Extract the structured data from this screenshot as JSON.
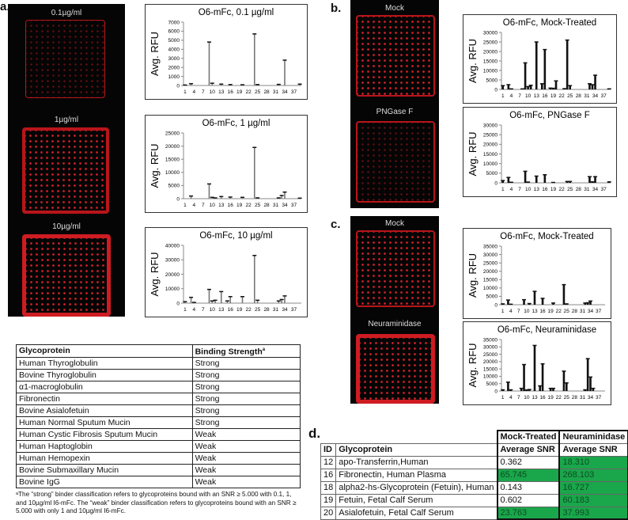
{
  "panels": {
    "a": {
      "label": "a.",
      "arrays": [
        "0.1µg/ml",
        "1µg/ml",
        "10µg/ml"
      ]
    },
    "b": {
      "label": "b.",
      "arrays": [
        "Mock",
        "PNGase F"
      ]
    },
    "c": {
      "label": "c.",
      "arrays": [
        "Mock",
        "Neuraminidase"
      ]
    },
    "d": {
      "label": "d."
    }
  },
  "chart_data": [
    {
      "type": "bar",
      "title": "O6-mFc, 0.1 µg/ml",
      "ylabel": "Avg. RFU",
      "xlabel": "",
      "ylim": [
        0,
        7000
      ],
      "yticks": [
        0,
        1000,
        2000,
        3000,
        4000,
        5000,
        6000,
        7000
      ],
      "xticks": [
        1,
        4,
        7,
        10,
        13,
        16,
        19,
        22,
        25,
        28,
        31,
        34,
        37
      ],
      "xrange": [
        1,
        39
      ],
      "x": [
        1,
        3,
        9,
        10,
        13,
        16,
        20,
        24,
        25,
        32,
        34,
        39
      ],
      "values": [
        50,
        200,
        4800,
        250,
        150,
        100,
        80,
        5700,
        100,
        120,
        2800,
        150
      ]
    },
    {
      "type": "bar",
      "title": "O6-mFc, 1 µg/ml",
      "ylabel": "Avg. RFU",
      "xlabel": "",
      "ylim": [
        0,
        25000
      ],
      "yticks": [
        0,
        5000,
        10000,
        15000,
        20000,
        25000
      ],
      "xticks": [
        1,
        4,
        7,
        10,
        13,
        16,
        19,
        22,
        25,
        28,
        31,
        34,
        37
      ],
      "xrange": [
        1,
        39
      ],
      "x": [
        3,
        9,
        10,
        11,
        13,
        16,
        20,
        24,
        25,
        32,
        33,
        34,
        39
      ],
      "values": [
        1000,
        5600,
        500,
        300,
        800,
        600,
        500,
        19500,
        300,
        300,
        1200,
        2500,
        200
      ]
    },
    {
      "type": "bar",
      "title": "O6-mFc, 10 µg/ml",
      "ylabel": "Avg. RFU",
      "xlabel": "",
      "ylim": [
        0,
        40000
      ],
      "yticks": [
        0,
        10000,
        20000,
        30000,
        40000
      ],
      "xticks": [
        1,
        4,
        7,
        10,
        13,
        16,
        19,
        22,
        25,
        28,
        31,
        34,
        37
      ],
      "xrange": [
        1,
        39
      ],
      "x": [
        1,
        3,
        4,
        9,
        10,
        11,
        13,
        15,
        16,
        20,
        24,
        25,
        32,
        33,
        34
      ],
      "values": [
        1000,
        4000,
        500,
        9500,
        1500,
        2000,
        8000,
        1500,
        4500,
        4500,
        33000,
        2000,
        1500,
        2500,
        5000
      ]
    },
    {
      "type": "bar",
      "title": "O6-mFc, Mock-Treated",
      "ylabel": "Avg. RFU",
      "xlabel": "",
      "ylim": [
        0,
        30000
      ],
      "yticks": [
        0,
        5000,
        10000,
        15000,
        20000,
        25000,
        30000
      ],
      "xticks": [
        1,
        4,
        7,
        10,
        13,
        16,
        19,
        22,
        25,
        28,
        31,
        34,
        37
      ],
      "xrange": [
        1,
        39
      ],
      "x": [
        1,
        3,
        4,
        8,
        9,
        10,
        11,
        13,
        15,
        16,
        18,
        19,
        20,
        23,
        24,
        25,
        32,
        33,
        34,
        39
      ],
      "values": [
        2000,
        2500,
        300,
        300,
        14000,
        1500,
        2200,
        25000,
        3000,
        21000,
        700,
        600,
        4500,
        400,
        26000,
        2000,
        3000,
        2500,
        7500,
        300
      ]
    },
    {
      "type": "bar",
      "title": "O6-mFc, PNGase F",
      "ylabel": "Avg. RFU",
      "xlabel": "",
      "ylim": [
        0,
        30000
      ],
      "yticks": [
        0,
        5000,
        10000,
        15000,
        20000,
        25000,
        30000
      ],
      "xticks": [
        1,
        4,
        7,
        10,
        13,
        16,
        19,
        22,
        25,
        28,
        31,
        34,
        37
      ],
      "xrange": [
        1,
        39
      ],
      "x": [
        1,
        3,
        4,
        9,
        10,
        13,
        16,
        19,
        24,
        25,
        32,
        33,
        34,
        39
      ],
      "values": [
        1200,
        2800,
        300,
        6000,
        400,
        3500,
        4200,
        200,
        700,
        700,
        3200,
        500,
        3200,
        500
      ]
    },
    {
      "type": "bar",
      "title": "O6-mFc, Mock-Treated",
      "ylabel": "Avg. RFU",
      "xlabel": "",
      "ylim": [
        0,
        35000
      ],
      "yticks": [
        0,
        5000,
        10000,
        15000,
        20000,
        25000,
        30000,
        35000
      ],
      "xticks": [
        1,
        4,
        7,
        10,
        13,
        16,
        19,
        22,
        25,
        28,
        31,
        34,
        37
      ],
      "xrange": [
        1,
        39
      ],
      "x": [
        1,
        3,
        4,
        9,
        11,
        13,
        16,
        20,
        24,
        25,
        32,
        33,
        34
      ],
      "values": [
        500,
        2800,
        300,
        3000,
        700,
        8000,
        3800,
        1000,
        12000,
        500,
        1000,
        1200,
        2200
      ]
    },
    {
      "type": "bar",
      "title": "O6-mFc, Neuraminidase",
      "ylabel": "Avg. RFU",
      "xlabel": "",
      "ylim": [
        0,
        35000
      ],
      "yticks": [
        0,
        5000,
        10000,
        15000,
        20000,
        25000,
        30000,
        35000
      ],
      "xticks": [
        1,
        4,
        7,
        10,
        13,
        16,
        19,
        22,
        25,
        28,
        31,
        34,
        37
      ],
      "xrange": [
        1,
        39
      ],
      "x": [
        1,
        3,
        4,
        8,
        9,
        10,
        11,
        13,
        15,
        16,
        19,
        20,
        24,
        25,
        32,
        33,
        34,
        35
      ],
      "values": [
        800,
        6000,
        800,
        1800,
        18000,
        700,
        1000,
        31000,
        3500,
        18500,
        1800,
        1800,
        13500,
        5500,
        800,
        22000,
        9500,
        1800
      ]
    }
  ],
  "tableA": {
    "headers": [
      "Glycoprotein",
      "Binding Strength"
    ],
    "header_sup": "a",
    "rows": [
      [
        "Human Thyroglobulin",
        "Strong"
      ],
      [
        "Bovine Thyroglobulin",
        "Strong"
      ],
      [
        "α1-macroglobulin",
        "Strong"
      ],
      [
        "Fibronectin",
        "Strong"
      ],
      [
        "Bovine Asialofetuin",
        "Strong"
      ],
      [
        "Human Normal Sputum Mucin",
        "Strong"
      ],
      [
        "Human Cystic Fibrosis Sputum Mucin",
        "Weak"
      ],
      [
        "Human Haptoglobin",
        "Weak"
      ],
      [
        "Human Hemopexin",
        "Weak"
      ],
      [
        "Bovine Submaxillary Mucin",
        "Weak"
      ],
      [
        "Bovine IgG",
        "Weak"
      ]
    ],
    "footnote": "ᵃThe “strong” binder classification refers to glycoproteins bound with an SNR ≥ 5.000 with 0.1, 1, and 10µg/ml I6-mFc. The “weak” binder classification refers to glycoproteins bound with an SNR ≥ 5.000 with only 1 and 10µg/ml I6-mFc."
  },
  "tableD": {
    "group_headers": [
      "Mock-Treated",
      "Neuraminidase"
    ],
    "headers": [
      "ID",
      "Glycoprotein",
      "Average SNR",
      "Average SNR"
    ],
    "highlight_color": "#1aa64b",
    "rows": [
      {
        "id": "12",
        "name": "apo-Transferrin,Human",
        "mock": "0.362",
        "neu": "18.310",
        "mock_hl": false,
        "neu_hl": true
      },
      {
        "id": "16",
        "name": "Fibronectin, Human Plasma",
        "mock": "65.745",
        "neu": "268.103",
        "mock_hl": true,
        "neu_hl": true
      },
      {
        "id": "18",
        "name": "alpha2-hs-Glycoprotein (Fetuin), Human",
        "mock": "0.143",
        "neu": "16.727",
        "mock_hl": false,
        "neu_hl": true
      },
      {
        "id": "19",
        "name": "Fetuin, Fetal Calf Serum",
        "mock": "0.602",
        "neu": "60.183",
        "mock_hl": false,
        "neu_hl": true
      },
      {
        "id": "20",
        "name": "Asialofetuin, Fetal Calf Serum",
        "mock": "23.763",
        "neu": "37.993",
        "mock_hl": true,
        "neu_hl": true
      }
    ]
  }
}
